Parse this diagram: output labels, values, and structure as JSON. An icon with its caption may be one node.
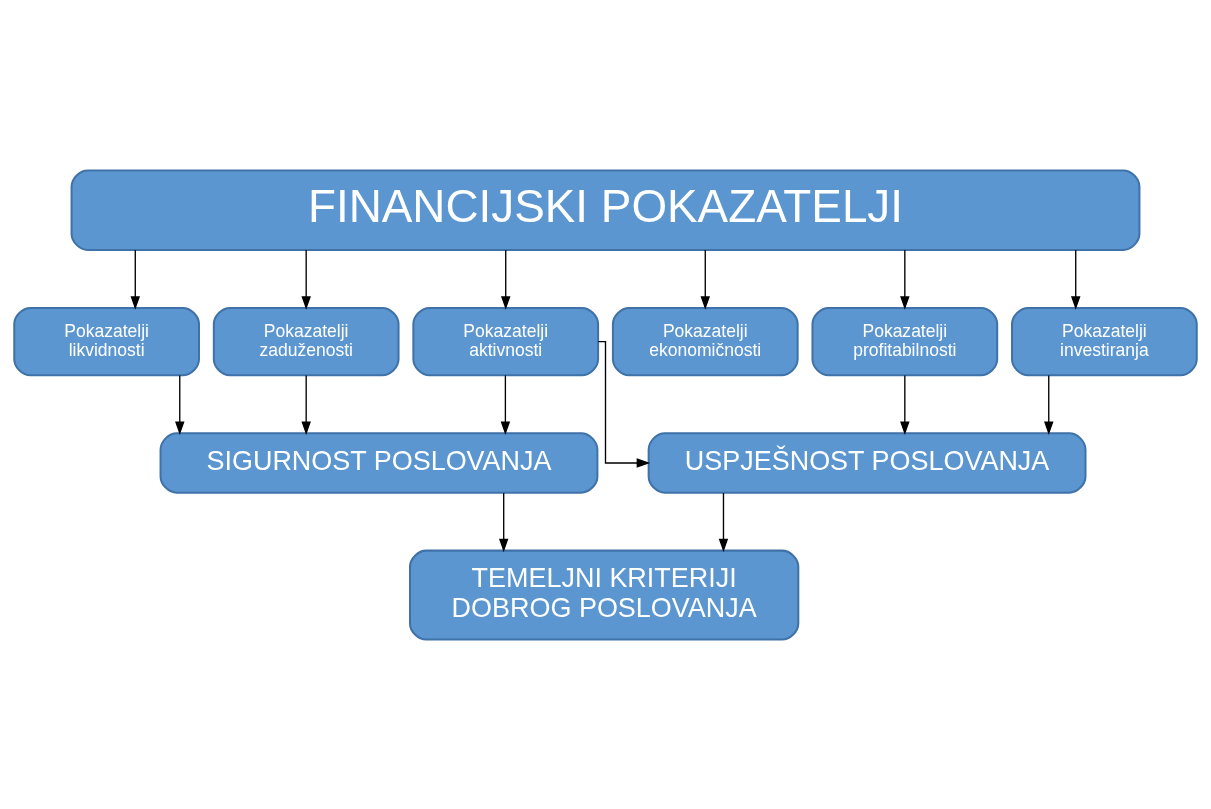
{
  "diagram": {
    "nodes": [
      {
        "text": [
          "FINANCIJSKI POKAZATELJI"
        ]
      },
      {
        "text": [
          "Pokazatelji likvidnosti"
        ]
      },
      {
        "text": [
          "Pokazatelji zaduženosti"
        ]
      },
      {
        "text": [
          "Pokazatelji aktivnosti"
        ]
      },
      {
        "text": [
          "Pokazatelji ekonomičnosti"
        ]
      },
      {
        "text": [
          "Pokazatelji profitabilnosti"
        ]
      },
      {
        "text": [
          "Pokazatelji investiranja"
        ]
      },
      {
        "text": [
          "SIGURNOST POSLOVANJA"
        ]
      },
      {
        "text": [
          "USPJEŠNOST POSLOVANJA"
        ]
      },
      {
        "text": [
          "TEMELJNI KRITERIJI DOBROG POSLOVANJA"
        ]
      }
    ],
    "edges": [
      {
        "from": 0,
        "to": 1,
        "arrow": "to"
      },
      {
        "from": 0,
        "to": 2,
        "arrow": "to"
      },
      {
        "from": 0,
        "to": 3,
        "arrow": "to"
      },
      {
        "from": 0,
        "to": 4,
        "arrow": "to"
      },
      {
        "from": 0,
        "to": 5,
        "arrow": "to"
      },
      {
        "from": 0,
        "to": 6,
        "arrow": "to"
      },
      {
        "from": 1,
        "to": 7,
        "arrow": "to"
      },
      {
        "from": 2,
        "to": 7,
        "arrow": "to"
      },
      {
        "from": 3,
        "to": 7,
        "arrow": "to"
      },
      {
        "from": 3,
        "to": 8,
        "arrow": "to"
      },
      {
        "from": 5,
        "to": 8,
        "arrow": "to"
      },
      {
        "from": 6,
        "to": 8,
        "arrow": "to"
      },
      {
        "from": 7,
        "to": 9,
        "arrow": "to"
      },
      {
        "from": 8,
        "to": 9,
        "arrow": "to"
      }
    ]
  }
}
